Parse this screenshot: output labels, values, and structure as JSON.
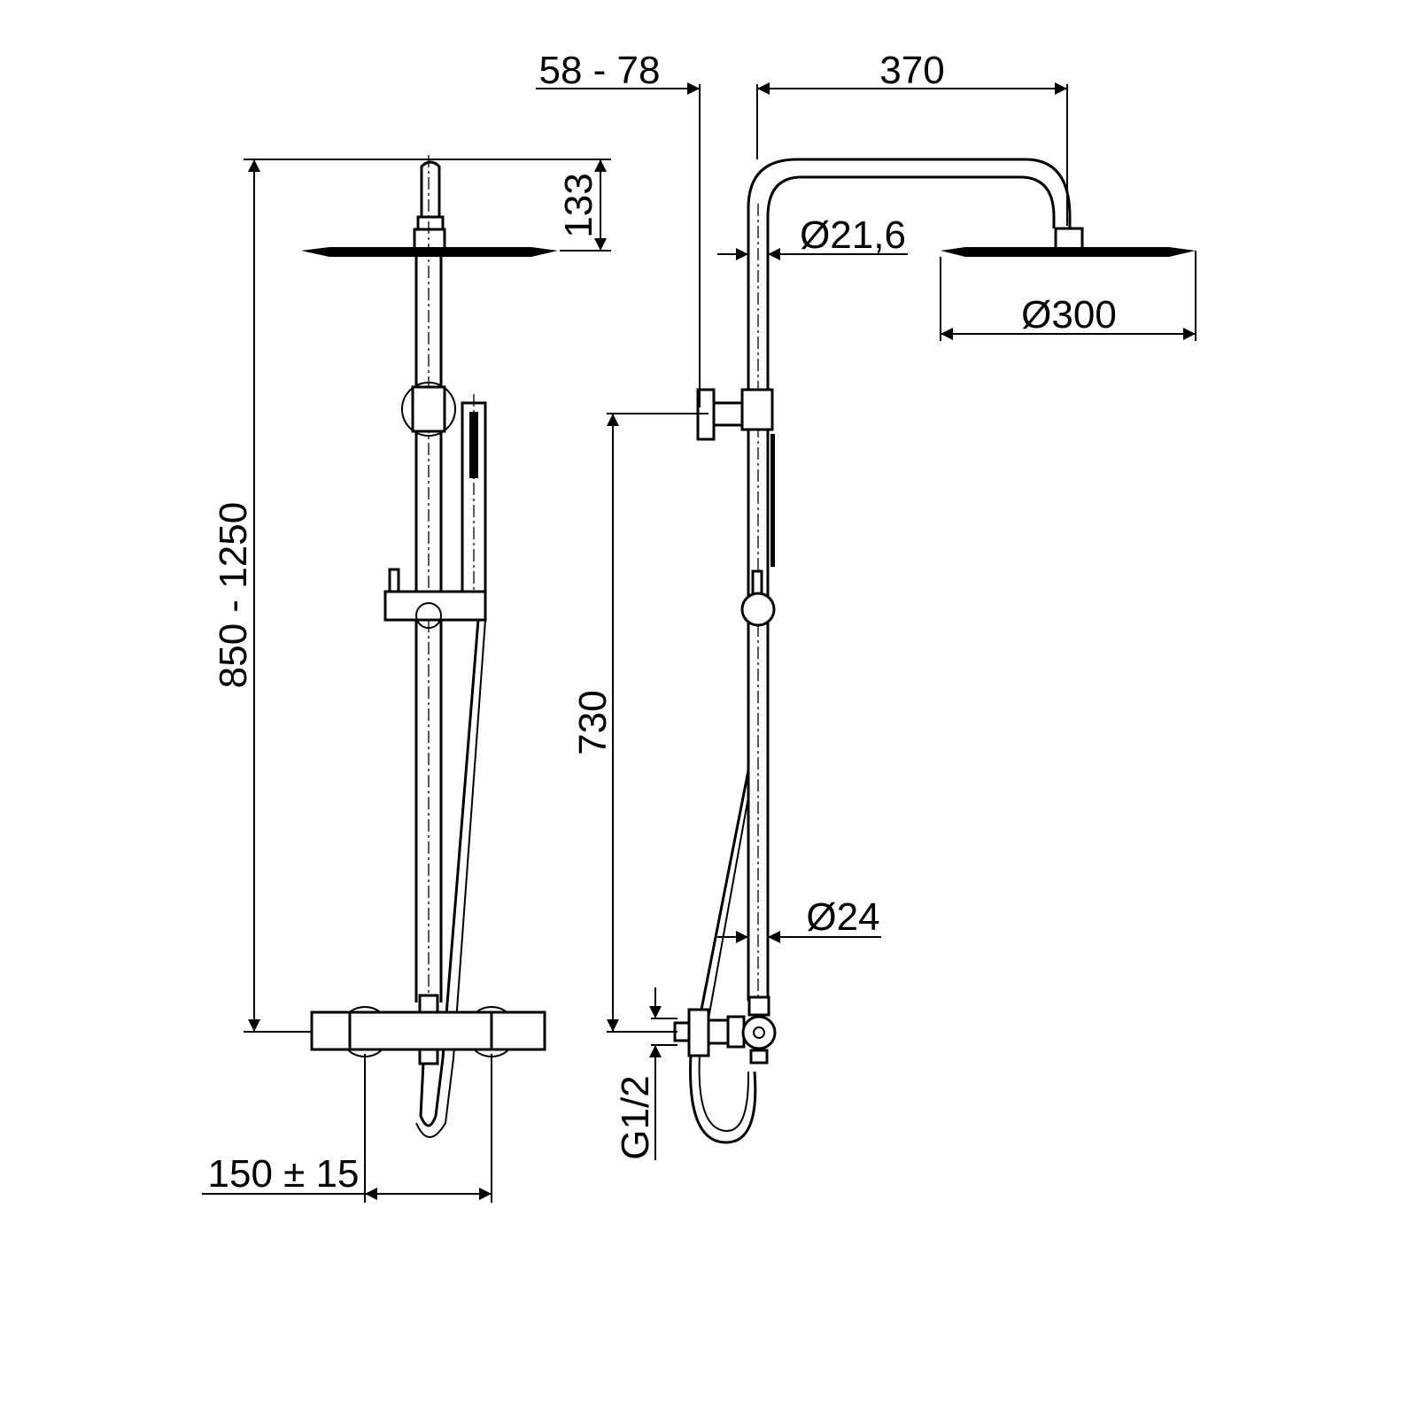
{
  "drawing": {
    "front_view": {
      "total_height_label": "850 - 1250",
      "head_offset_label": "133",
      "inlet_spacing_label": "150 ± 15"
    },
    "side_view": {
      "wall_distance_label": "58 - 78",
      "arm_reach_label": "370",
      "pipe_diameter_upper_label": "Ø21,6",
      "head_diameter_label": "Ø300",
      "pipe_diameter_lower_label": "Ø24",
      "bracket_height_label": "730",
      "inlet_thread_label": "G1/2"
    }
  }
}
